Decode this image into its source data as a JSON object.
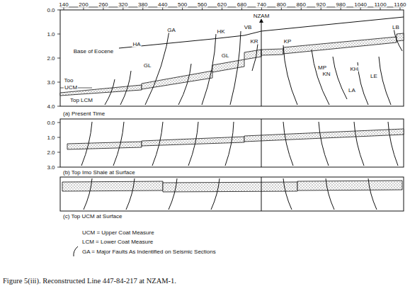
{
  "diagram": {
    "caption": "Figure 5(iii). Reconstructed Line 447-84-217 at NZAM-1.",
    "labels": [
      "140",
      "200",
      "260",
      "320",
      "380",
      "440",
      "500",
      "560",
      "620",
      "680",
      "740",
      "800",
      "860",
      "920",
      "980",
      "1040",
      "1100",
      "1160",
      "0.0",
      "1.0",
      "2.0",
      "3.0",
      "4.0",
      "0.0",
      "1.0",
      "2.0",
      "3.0",
      "NZAM",
      "Base of Eocene",
      "HA",
      "GA",
      "HK",
      "VB",
      "KR",
      "KP",
      "LB",
      "GL",
      "GL",
      "Too",
      "UCM",
      "Top LCM",
      "MP",
      "KN",
      "KH",
      "LE",
      "LA",
      "(a) Present Time",
      "(b) Top Imo Shale at Surface",
      "(c) Top UCM at Surface"
    ],
    "legend": [
      {
        "text": "UCM = Upper Coat Measure"
      },
      {
        "text": "LCM = Lower Coat Measure"
      },
      {
        "text": "GA = Major Faults As Indentified on Seismic Sections"
      }
    ]
  }
}
